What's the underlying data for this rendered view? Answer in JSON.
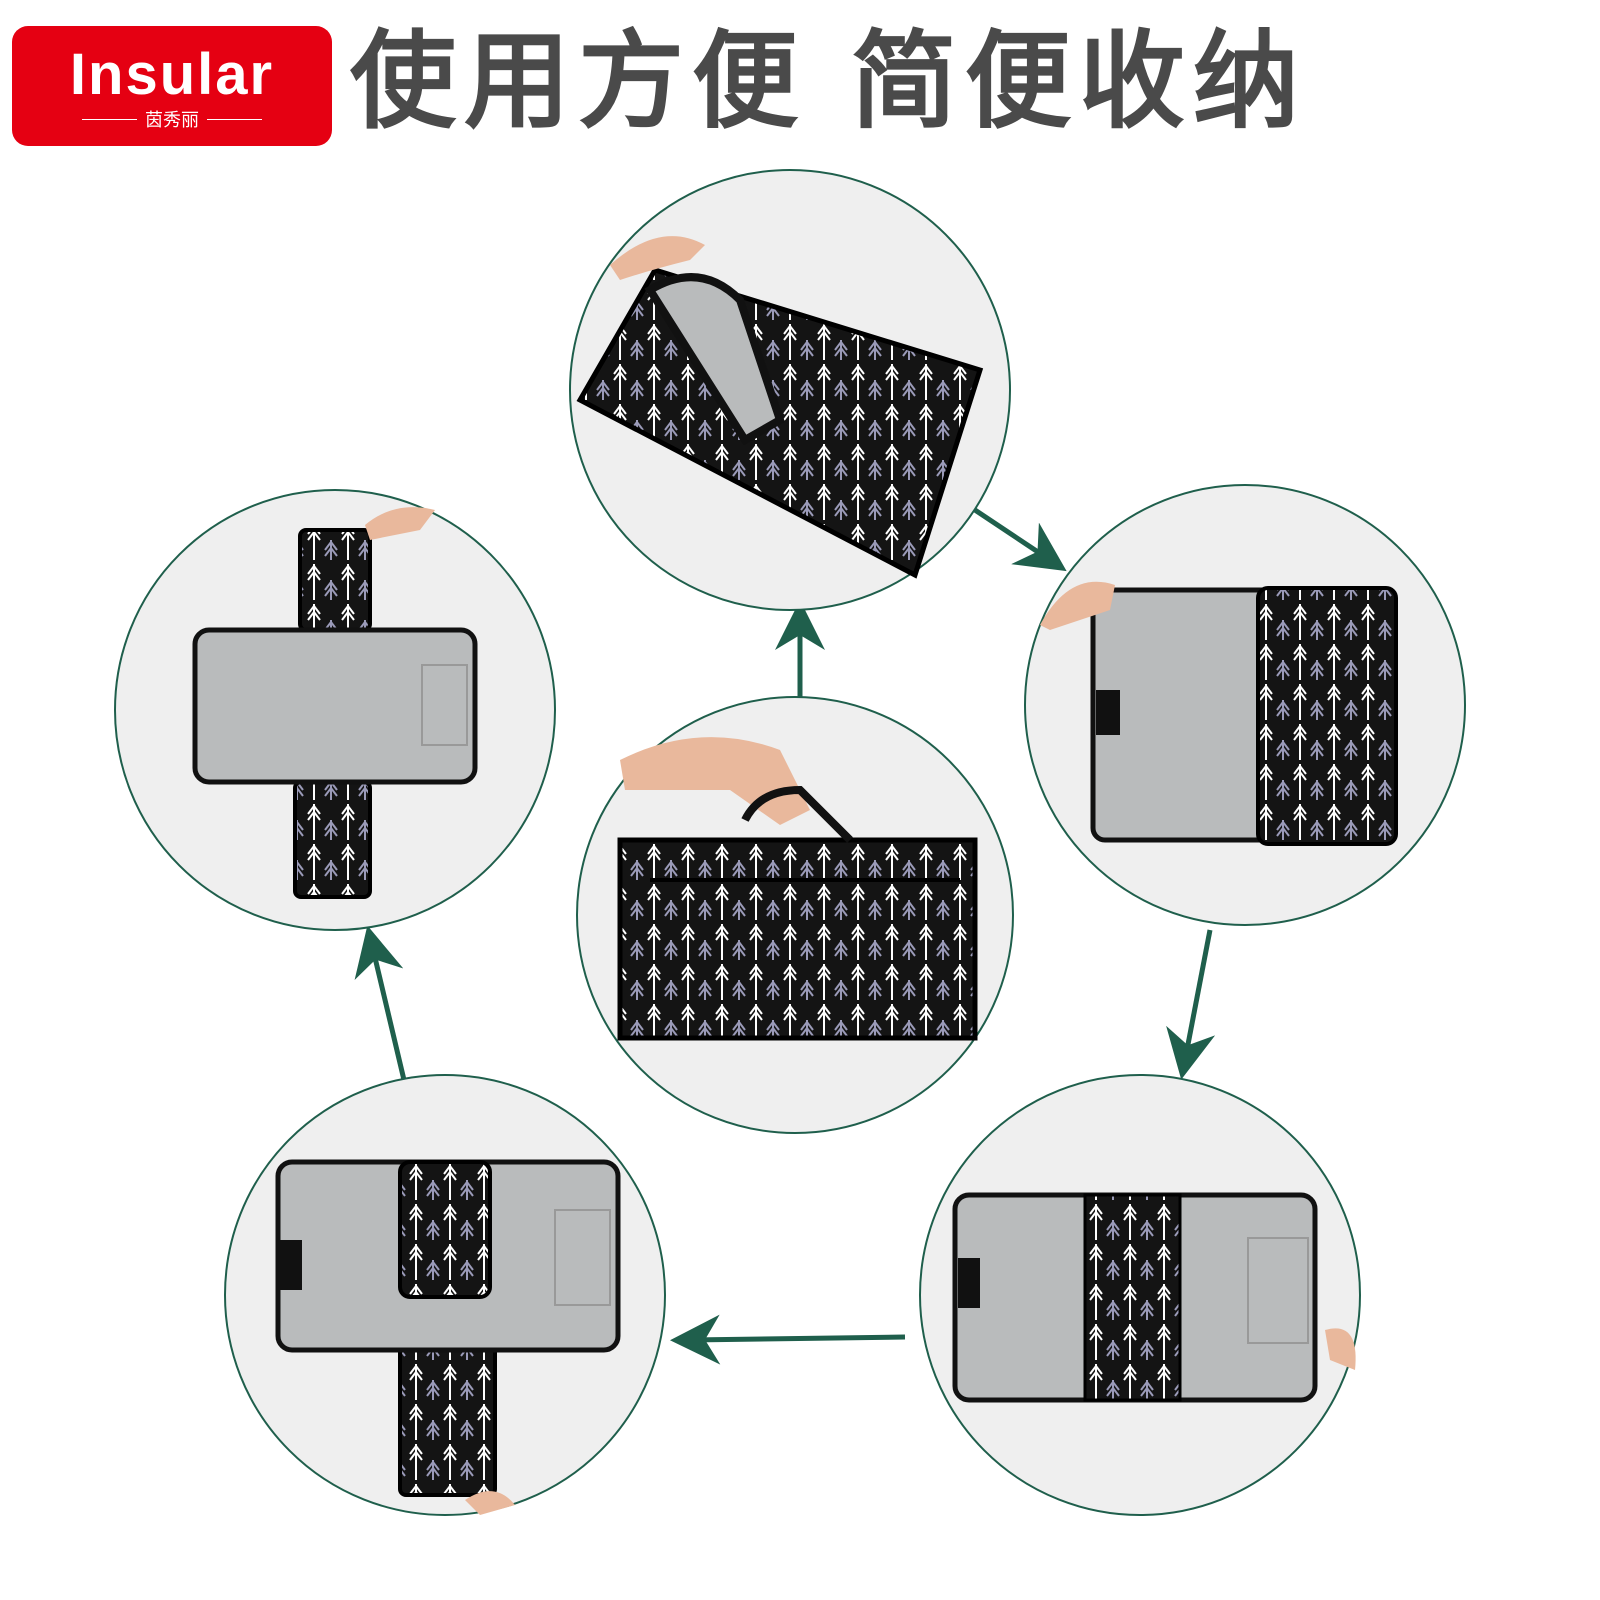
{
  "logo": {
    "brand": "Insular",
    "sub": "茵秀丽"
  },
  "headline": "使用方便 简便收纳",
  "colors": {
    "accent": "#e50012",
    "arrow": "#1f5f4c",
    "circle_bg": "#efefef",
    "mat_grey": "#b9bbbc"
  },
  "steps": [
    "folded-bag-held",
    "opening-flap",
    "flap-half-open",
    "mat-unfolding",
    "mat-with-pockets-open",
    "mat-fully-open"
  ]
}
